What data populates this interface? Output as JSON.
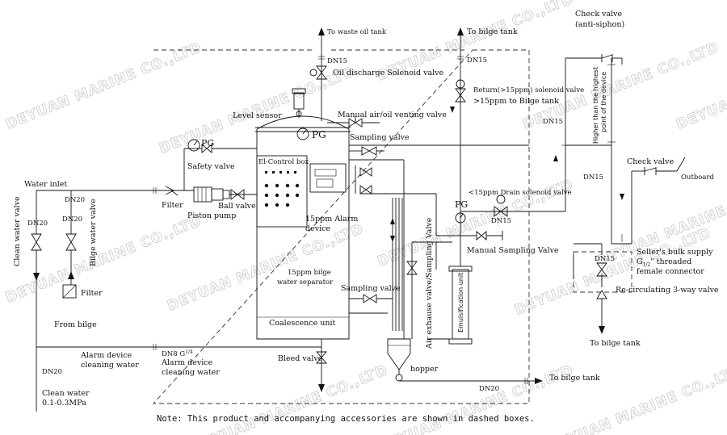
{
  "watermark": "DEYUAN MARINE CO.,LTD",
  "labels": {
    "to_waste_oil_tank": "To waste oil tank",
    "dn15_top": "DN15",
    "oil_discharge_valve": "Oil discharge Solenoid valve",
    "level_sensor": "Level sensor",
    "manual_vent_valve": "Manual air/oil venting valve",
    "pg_tank": "PG",
    "sampling_valve_top": "Sampling valve",
    "safety_valve": "Safety valve",
    "pg_safety": "PG",
    "el_control_box": "El-Control box",
    "alarm_device": "15ppm Alarm",
    "alarm_device_2": "device",
    "water_inlet": "Water inlet",
    "dn20_inlet": "DN20",
    "filter_inlet": "Filter",
    "piston_pump": "Piston pump",
    "ball_valve": "Ball valve",
    "clean_water_valve": "Clean water valve",
    "bilge_water_valve": "Bilge water valve",
    "dn20_left": "DN20",
    "dn20_right": "DN20",
    "filter_bilge": "Filter",
    "from_bilge": "From bilge",
    "separator_1": "15ppm bilge",
    "separator_2": "water separator",
    "coalescence_unit": "Coalescence unit",
    "sampling_valve_mid": "Sampling valve",
    "air_exhaust_valve": "Air exhause valve/Sampling Valve",
    "emulsification_unit": "Emulsification unit",
    "alarm_cleaning_1": "Alarm device",
    "alarm_cleaning_1b": "cleaning water",
    "dn8": "DN8 G",
    "alarm_cleaning_2": "Alarm device",
    "alarm_cleaning_2b": "cleaning water",
    "bleed_valve": "Bleed valve",
    "hopper": "hopper",
    "dn20_clean": "DN20",
    "clean_water": "Clean water",
    "clean_water_pressure": "0.1-0.3MPa",
    "to_bilge_tank_top": "To bilge tank",
    "dn15_mid": "DN15",
    "return_valve": "Return(>15ppm) solenoid valve",
    "return_to_bilge": ">15ppm to Bilge tank",
    "pg_drain": "PG",
    "drain_valve": "<15ppm Drain solenoid valve",
    "dn15_drain": "DN15",
    "manual_sampling_valve": "Manual Sampling Valve",
    "dn15_right_top": "DN15",
    "check_valve_top_1": "Check valve",
    "check_valve_top_2": "(anti-siphon)",
    "higher_1": "Higher than the highest",
    "higher_2": "point of the device",
    "dn15_right_mid": "DN15",
    "check_valve_right": "Check valve",
    "outboard": "Outboard",
    "sellers_1": "Seller's bulk supply",
    "sellers_2": "G",
    "sellers_2b": "\" threaded",
    "sellers_3": "female connector",
    "dn15_recirc": "DN15",
    "recirc_valve": "Re-circulating 3-way valve",
    "to_bilge_tank_right": "To bilge tank",
    "dn20_bottom": "DN20",
    "to_bilge_tank_bottom": "To bilge tank",
    "note": "Note: This product and accompanying accessories are shown in dashed boxes."
  }
}
